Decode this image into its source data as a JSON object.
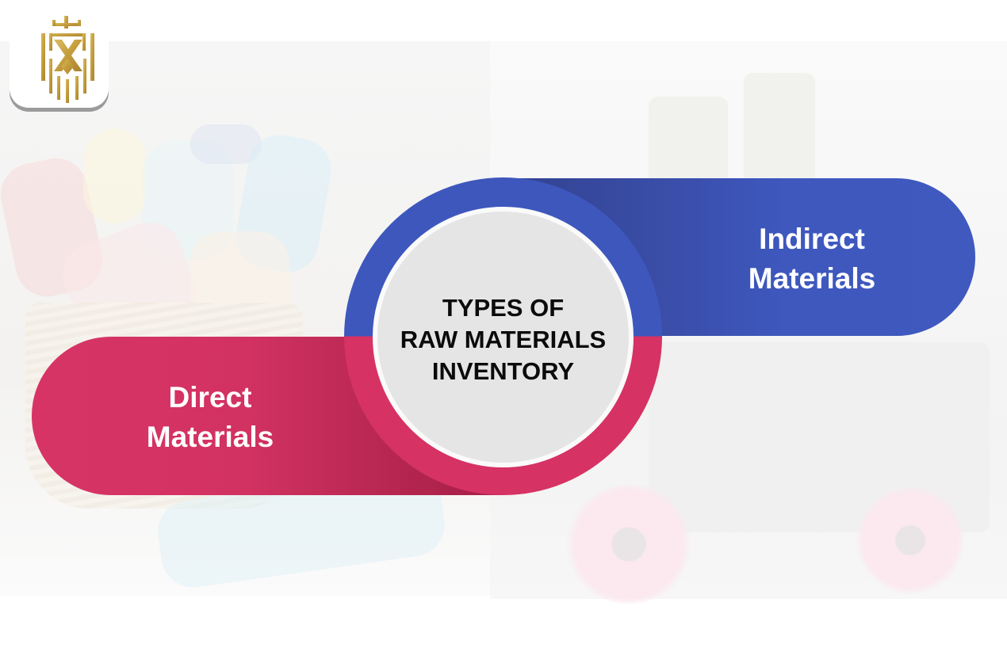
{
  "diagram": {
    "center_title": "TYPES OF\nRAW MATERIALS\nINVENTORY",
    "center_lines": [
      "TYPES OF",
      "RAW MATERIALS",
      "INVENTORY"
    ],
    "branches": [
      {
        "id": "indirect",
        "lines": [
          "Indirect",
          "Materials"
        ],
        "color": "#3e57bd",
        "side": "right-top"
      },
      {
        "id": "direct",
        "lines": [
          "Direct",
          "Materials"
        ],
        "color": "#d63264",
        "side": "left-bottom"
      }
    ]
  },
  "colors": {
    "blue": "#3e57bd",
    "blue_dark": "#32428f",
    "pink": "#d63264",
    "pink_dark": "#a51f48",
    "inner_circle": "#e5e5e5",
    "logo_gold": "#c8a54a"
  },
  "logo": {
    "icon": "crown-shield-logo-icon"
  },
  "background": {
    "left_image": "towels-in-basket",
    "right_image": "cleaning-bottles-and-flowers"
  }
}
